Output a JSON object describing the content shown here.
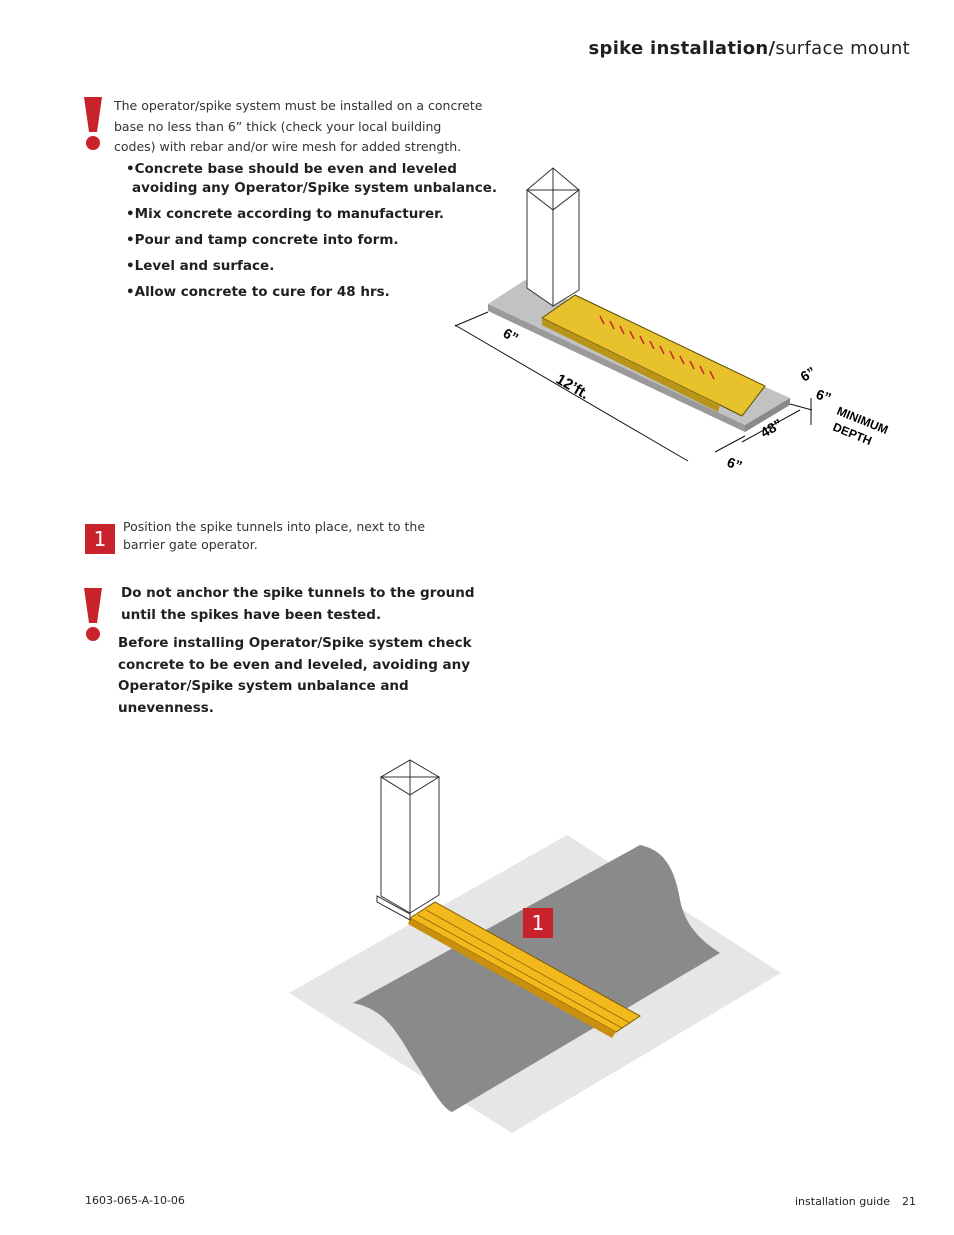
{
  "header": {
    "bold": "spike installation/",
    "normal": "surface mount"
  },
  "intro_text": "The operator/spike system must be installed on a concrete base no less than 6” thick (check your local building codes) with rebar and/or wire mesh for added strength.",
  "bullets": [
    {
      "line1": "•Concrete base should be even and leveled",
      "line2": "avoiding any Operator/Spike system unbalance."
    },
    {
      "line1": "•Mix concrete according to manufacturer.",
      "line2": ""
    },
    {
      "line1": "•Pour and tamp concrete into form.",
      "line2": ""
    },
    {
      "line1": "•Level and surface.",
      "line2": ""
    },
    {
      "line1": "•Allow concrete to cure for 48 hrs.",
      "line2": ""
    }
  ],
  "diagram1": {
    "dim_6_left": "6”",
    "dim_12ft": "12’ft.",
    "dim_6_bottom": "6”",
    "dim_48": "48”",
    "dim_6_right_top": "6”",
    "dim_6_depth": "6”",
    "min_label_1": "MINIMUM",
    "min_label_2": "DEPTH"
  },
  "step1": {
    "number": "1",
    "text": "Position the spike tunnels into place, next to the barrier gate operator."
  },
  "warnings": {
    "anchor": "Do not anchor the spike tunnels to the ground until the spikes have been tested.",
    "check": "Before installing Operator/Spike system check concrete to be even and leveled, avoiding any Operator/Spike system unbalance and unevenness."
  },
  "diagram2": {
    "callout": "1"
  },
  "footer": {
    "doc_number": "1603-065-A-10-06",
    "guide": "installation guide",
    "page": "21"
  },
  "colors": {
    "accent_red": "#c8232a",
    "spike_yellow": "#e8c22d",
    "road_gray": "#8a8a8a",
    "concrete_gray": "#bdbdbd"
  }
}
